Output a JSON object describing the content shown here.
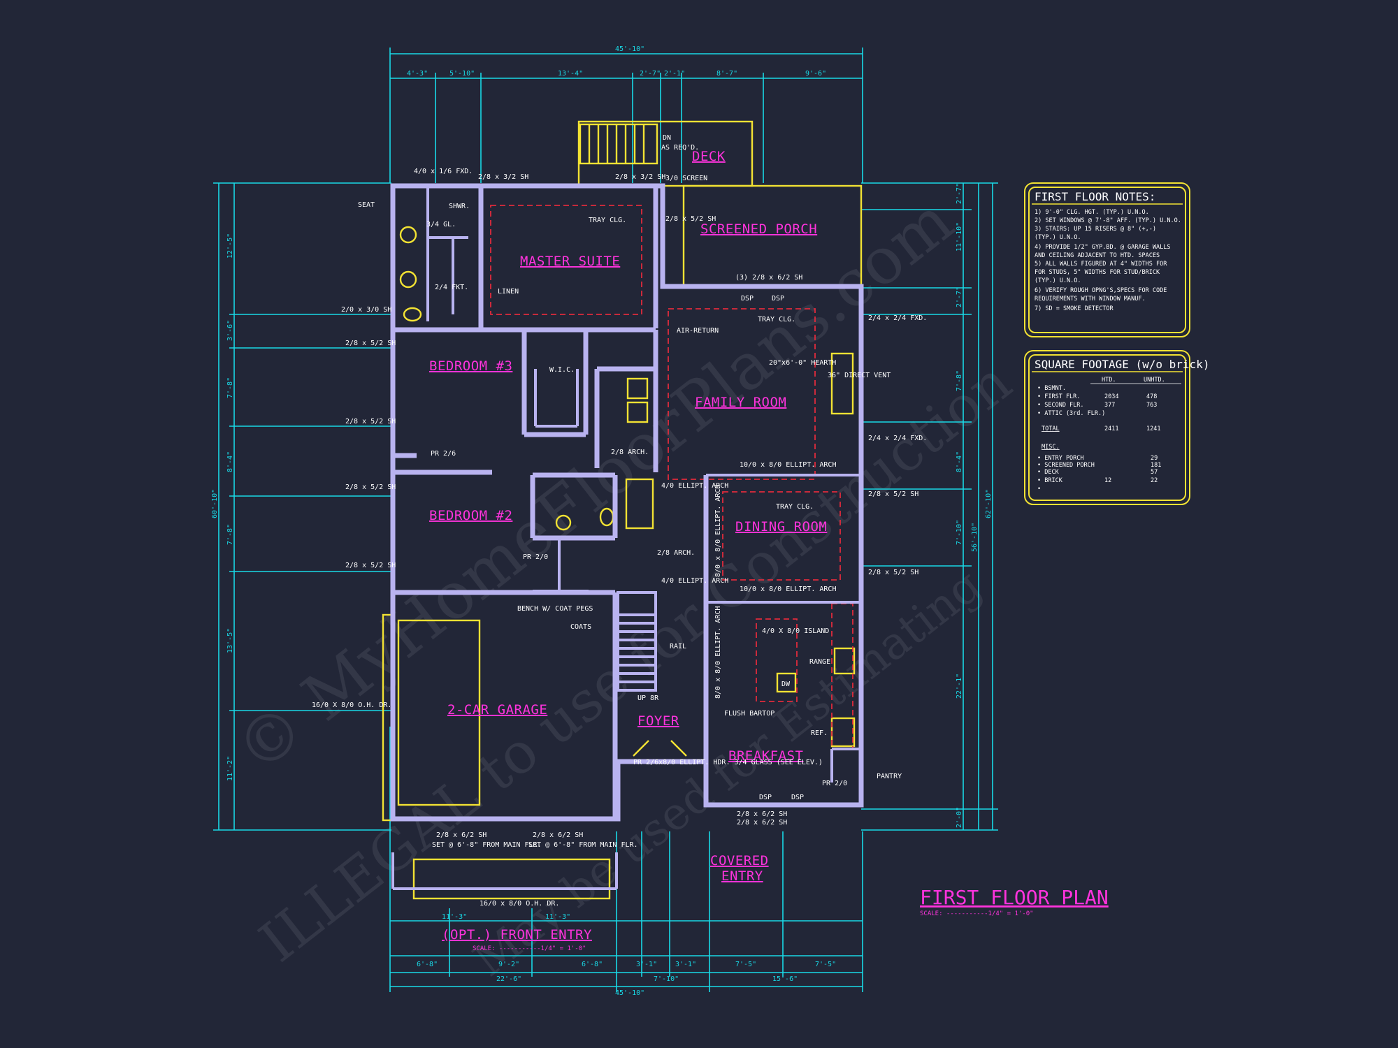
{
  "room_labels": {
    "master_suite": "MASTER SUITE",
    "screened_porch": "SCREENED PORCH",
    "deck": "DECK",
    "bedroom3": "BEDROOM #3",
    "bedroom2": "BEDROOM #2",
    "family_room": "FAMILY ROOM",
    "dining_room": "DINING ROOM",
    "garage": "2-CAR GARAGE",
    "foyer": "FOYER",
    "breakfast": "BREAKFAST",
    "covered_entry_1": "COVERED",
    "covered_entry_2": "ENTRY",
    "opt_front_entry": "(OPT.) FRONT ENTRY"
  },
  "title_block": {
    "title": "FIRST FLOOR PLAN",
    "scale": "SCALE: -----------1/4\" = 1'-0\"",
    "opt_scale": "SCALE: -----------1/4\" = 1'-0\""
  },
  "annotations": {
    "fxd_window_top": "4/0 x 1/6 FXD.",
    "sh_top_left": "2/8 x 3/2 SH",
    "sh_top_mid": "2/8 x 3/2 SH",
    "seat": "SEAT",
    "shwr": "SHWR.",
    "gl": "3/4 GL.",
    "tray_master": "TRAY CLG.",
    "dn": "DN",
    "as_reqd": "AS REQ'D.",
    "screen": "3/0 SCREEN",
    "porch_sh": "2/8 x 5/2 SH",
    "fkt": "2/4 FKT.",
    "linen": "LINEN",
    "porch_front_win": "(3) 2/8 x 6/2 SH",
    "dsp1": "DSP",
    "dsp2": "DSP",
    "win_left_1": "2/0 x 3/0 SH",
    "win_left_2": "2/8 x 5/2 SH",
    "win_left_3": "2/8 x 5/2 SH",
    "win_left_4": "2/8 x 5/2 SH",
    "win_left_5": "2/8 x 5/2 SH",
    "wic": "W.I.C.",
    "air_return": "AIR-RETURN",
    "tray_family": "TRAY CLG.",
    "hearth": "20\"x6'-0\" HEARTH",
    "direct_vent": "36\" DIRECT VENT",
    "fxd_right_1": "2/4 x 2/4 FXD.",
    "fxd_right_2": "2/4 x 2/4 FXD.",
    "sh_right_1": "2/8 x 5/2 SH",
    "sh_right_2": "2/8 x 5/2 SH",
    "pr_left": "PR 2/6",
    "arch_1": "2/8 ARCH.",
    "ellipt_1": "10/0 x 8/0 ELLIPT. ARCH",
    "ellipt_2": "4/0 ELLIPT. ARCH",
    "tray_dining": "TRAY CLG.",
    "arch_2": "2/8 ARCH.",
    "ellipt_3": "4/0 ELLIPT. ARCH",
    "ellipt_4": "10/0 x 8/0 ELLIPT. ARCH",
    "ellipt_vert_1": "8/0 x 8/0 ELLIPT. ARCH",
    "ellipt_vert_2": "8/0 x 8/0 ELLIPT. ARCH",
    "pr_20": "PR 2/0",
    "bench": "BENCH W/ COAT PEGS",
    "coats": "COATS",
    "rail": "RAIL",
    "island": "4/0 X 8/0 ISLAND",
    "range": "RANGE",
    "dw": "DW",
    "flush_bartop": "FLUSH BARTOP",
    "ref": "REF.",
    "pantry": "PANTRY",
    "pr_20b": "PR 2/0",
    "up": "UP 8R",
    "garage_door_side": "16/0 X 8/0 O.H. DR.",
    "front_door": "PR 2/6x8/0 ELLIPT. HDR. 3/4 GLASS (SEE ELEV.)",
    "bottom_win_1": "2/8 x 6/2 SH",
    "bottom_win_1b": "SET @ 6'-8\" FROM MAIN FLR.",
    "bottom_win_2": "2/8 x 6/2 SH",
    "bottom_win_2b": "SET @ 6'-8\" FROM MAIN FLR.",
    "bottom_win_3": "2/8 x 6/2 SH",
    "bottom_win_4": "2/8 x 6/2 SH",
    "opt_garage_door": "16/0 x 8/0 O.H. DR.",
    "dsp3": "DSP",
    "dsp4": "DSP"
  },
  "dimensions": {
    "top_overall": "45'-10\"",
    "top_segments": [
      "4'-3\"",
      "5'-10\"",
      "13'-4\"",
      "2'-7\"",
      "2'-1\"",
      "8'-7\"",
      "9'-6\""
    ],
    "bottom_segments": [
      "6'-8\"",
      "9'-2\"",
      "6'-8\"",
      "3'-1\"",
      "3'-1\"",
      "7'-5\"",
      "7'-5\""
    ],
    "bottom_mid": [
      "22'-6\"",
      "7'-10\"",
      "15'-6\""
    ],
    "bottom_overall": "45'-10\"",
    "opt_dims": [
      "11'-3\"",
      "11'-3\""
    ],
    "left_overall": "60'-10\"",
    "left_segments": [
      "12'-5\"",
      "3'-6\"",
      "7'-8\"",
      "8'-4\"",
      "7'-8\"",
      "13'-5\"",
      "11'-2\""
    ],
    "right_overall": "62'-10\"",
    "right_mid": "56'-10\"",
    "right_segments": [
      "2'-7\"",
      "11'-10\"",
      "2'-7\"",
      "7'-8\"",
      "8'-4\"",
      "7'-10\"",
      "22'-1\"",
      "2'-0\""
    ]
  },
  "first_floor_notes": {
    "title": "FIRST FLOOR NOTES:",
    "lines": [
      "1) 9'-0\" CLG. HGT. (TYP.) U.N.O.",
      "2) SET WINDOWS @ 7'-8\" AFF. (TYP.) U.N.O.",
      "3) STAIRS: UP 15 RISERS @ 8\" (+,-)",
      "   (TYP.) U.N.O.",
      "4) PROVIDE 1/2\" GYP.BD. @ GARAGE WALLS",
      "   AND CEILING ADJACENT TO HTD. SPACES",
      "5) ALL WALLS FIGURED AT 4\" WIDTHS FOR",
      "   FOR STUDS, 5\" WIDTHS FOR STUD/BRICK",
      "   (TYP.) U.N.O.",
      "6) VERIFY ROUGH OPNG'S,SPECS FOR CODE",
      "   REQUIREMENTS WITH WINDOW MANUF.",
      "7) SD = SMOKE DETECTOR"
    ]
  },
  "square_footage": {
    "title": "SQUARE FOOTAGE (w/o brick)",
    "col_htd": "HTD.",
    "col_unhtd": "UNHTD.",
    "rows": [
      {
        "label": "• BSMNT.",
        "htd": "",
        "unhtd": ""
      },
      {
        "label": "• FIRST FLR.",
        "htd": "2034",
        "unhtd": "478"
      },
      {
        "label": "• SECOND FLR.",
        "htd": "377",
        "unhtd": "763"
      },
      {
        "label": "• ATTIC (3rd. FLR.)",
        "htd": "",
        "unhtd": ""
      },
      {
        "label": "TOTAL",
        "htd": "2411",
        "unhtd": "1241"
      },
      {
        "label": "MISC.",
        "htd": "",
        "unhtd": ""
      },
      {
        "label": "• ENTRY PORCH",
        "htd": "",
        "unhtd": "29"
      },
      {
        "label": "• SCREENED PORCH",
        "htd": "",
        "unhtd": "181"
      },
      {
        "label": "• DECK",
        "htd": "",
        "unhtd": "57"
      },
      {
        "label": "• BRICK",
        "htd": "12",
        "unhtd": "22"
      },
      {
        "label": "•",
        "htd": "",
        "unhtd": ""
      }
    ]
  },
  "watermark": {
    "line1": "© MyHomeFloorPlans.com",
    "line2": "ILLEGAL to use for Construction",
    "line3": "May be used for Estimating"
  },
  "colors": {
    "background": "#222637",
    "walls": "#b9b3f0",
    "dimensions": "#19d9e6",
    "room_labels": "#ff33dd",
    "fixtures": "#f2e233",
    "ceiling_lines": "#e02b3c"
  }
}
